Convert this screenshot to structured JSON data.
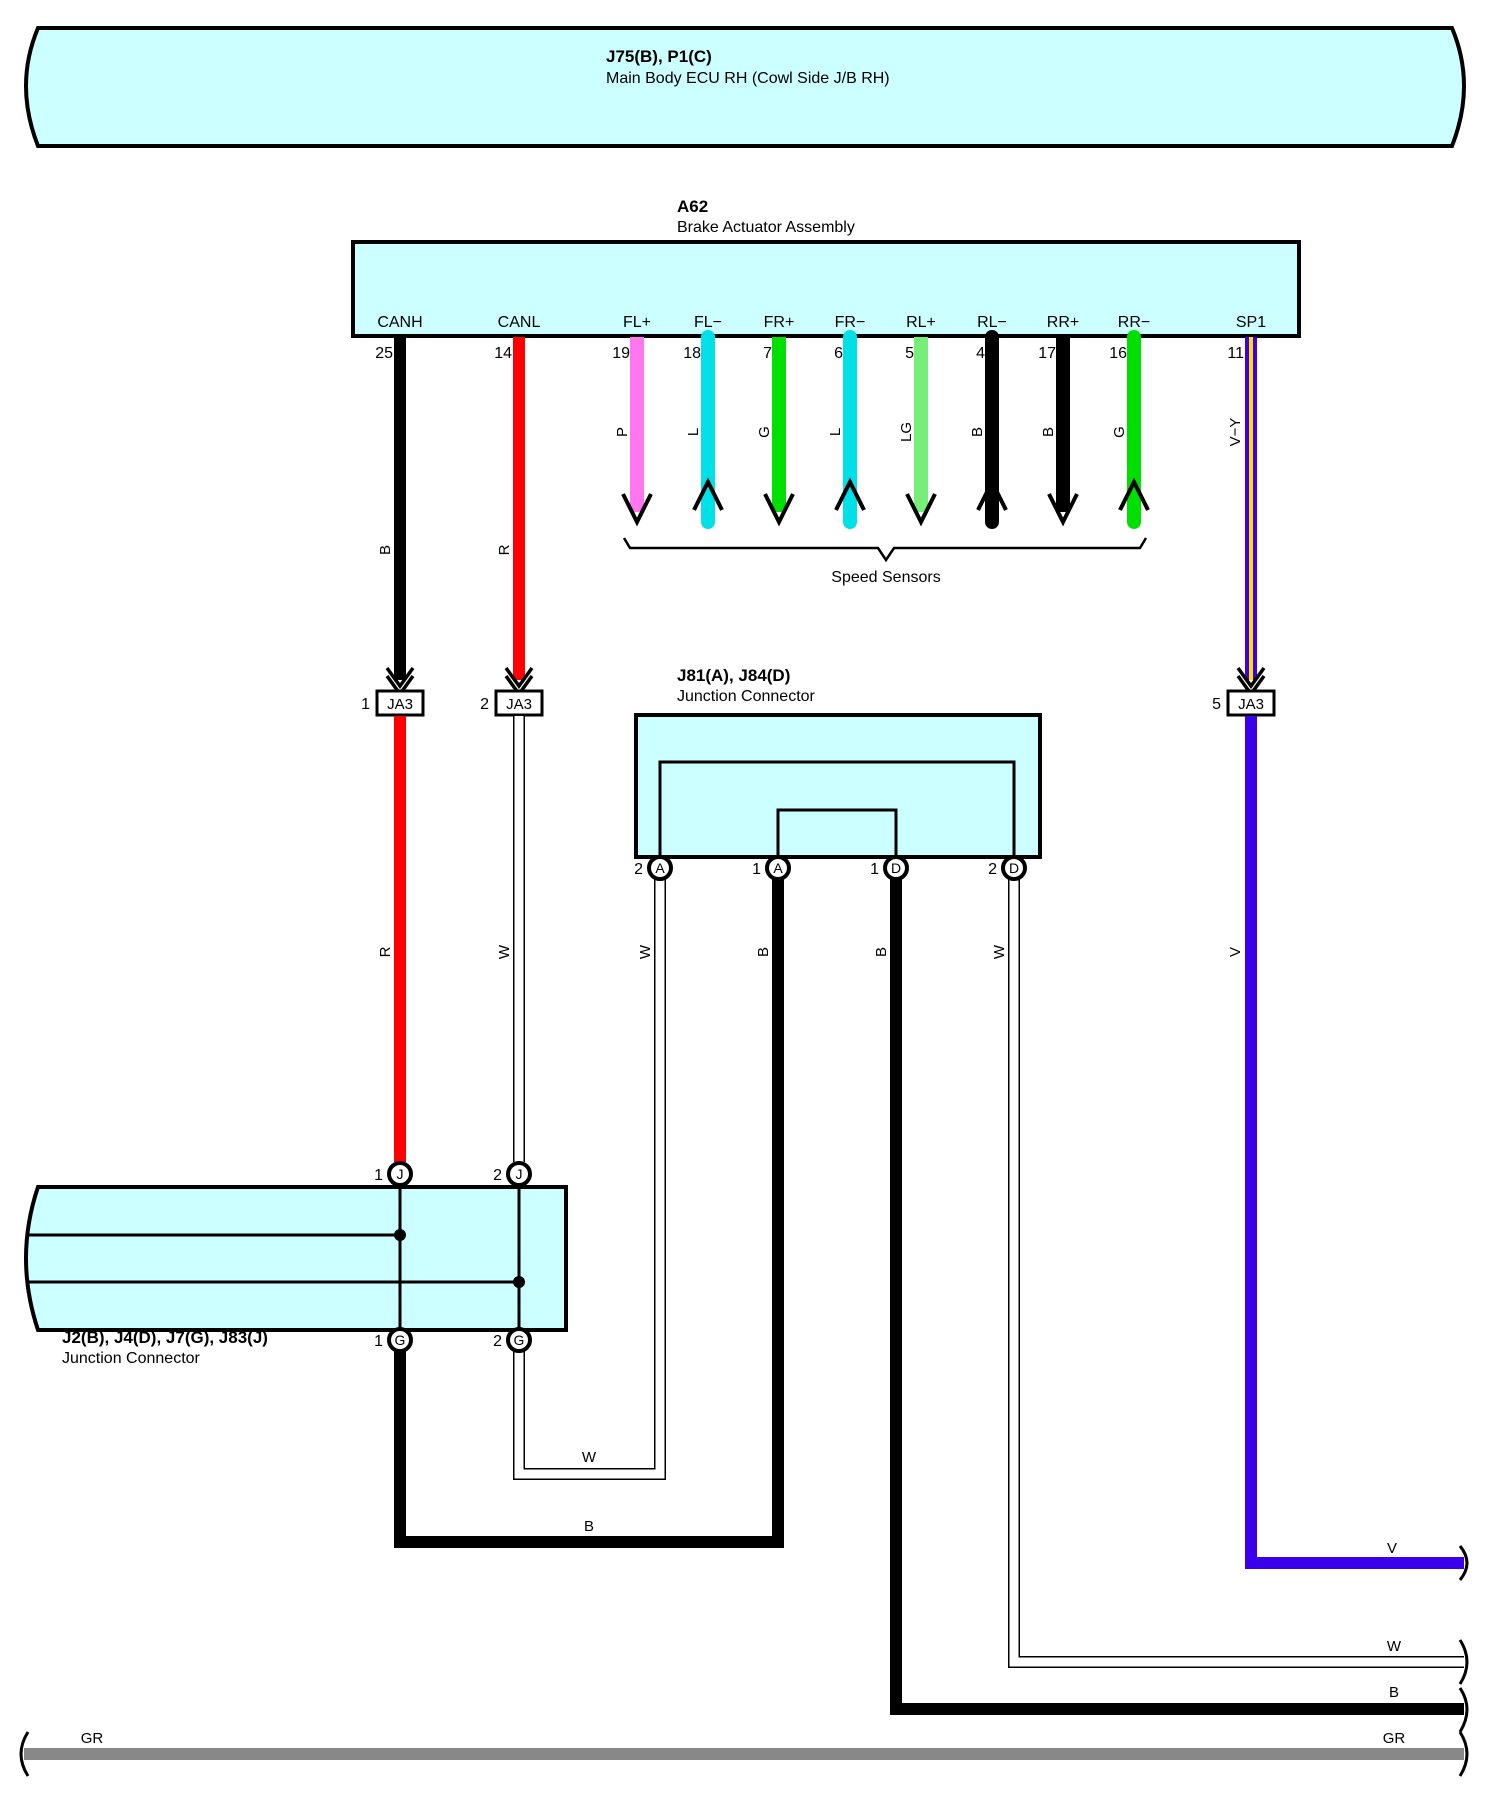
{
  "top_connector": {
    "id": "J75(B), P1(C)",
    "name": "Main Body ECU RH (Cowl Side J/B RH)"
  },
  "actuator": {
    "id": "A62",
    "name": "Brake Actuator Assembly",
    "terminals": [
      {
        "label": "CANH",
        "pin": "25"
      },
      {
        "label": "CANL",
        "pin": "14"
      },
      {
        "label": "FL+",
        "pin": "19"
      },
      {
        "label": "FL−",
        "pin": "18"
      },
      {
        "label": "FR+",
        "pin": "7"
      },
      {
        "label": "FR−",
        "pin": "6"
      },
      {
        "label": "RL+",
        "pin": "5"
      },
      {
        "label": "RL−",
        "pin": "4"
      },
      {
        "label": "RR+",
        "pin": "17"
      },
      {
        "label": "RR−",
        "pin": "16"
      },
      {
        "label": "SP1",
        "pin": "11"
      }
    ]
  },
  "sensor_wires": [
    {
      "color_code": "P",
      "color": "#ff77ee"
    },
    {
      "color_code": "L",
      "color": "#00e0e8"
    },
    {
      "color_code": "G",
      "color": "#00e000"
    },
    {
      "color_code": "L",
      "color": "#00e0e8"
    },
    {
      "color_code": "LG",
      "color": "#77ee77"
    },
    {
      "color_code": "B",
      "color": "#000000"
    },
    {
      "color_code": "B",
      "color": "#000000"
    },
    {
      "color_code": "G",
      "color": "#00e000"
    }
  ],
  "speed_sensors_label": "Speed Sensors",
  "wires": {
    "canh_upper": "B",
    "canl_upper": "R",
    "sp1_upper": "V−Y",
    "canh_lower": "R",
    "canl_lower": "W",
    "j81_a2": "W",
    "j81_a1": "B",
    "j81_d1": "B",
    "j81_d2": "W",
    "sp1_lower": "V",
    "bottom_w_loop": "W",
    "bottom_b_loop": "B",
    "right_v": "V",
    "right_w": "W",
    "right_b": "B",
    "ground_left": "GR",
    "ground_right": "GR"
  },
  "ja3": [
    {
      "pin": "1",
      "label": "JA3"
    },
    {
      "pin": "2",
      "label": "JA3"
    },
    {
      "pin": "5",
      "label": "JA3"
    }
  ],
  "j81": {
    "id": "J81(A), J84(D)",
    "name": "Junction Connector",
    "pins": [
      {
        "num": "2",
        "letter": "A"
      },
      {
        "num": "1",
        "letter": "A"
      },
      {
        "num": "1",
        "letter": "D"
      },
      {
        "num": "2",
        "letter": "D"
      }
    ]
  },
  "j2": {
    "id": "J2(B), J4(D), J7(G), J83(J)",
    "name": "Junction Connector",
    "top_pins": [
      {
        "num": "1",
        "letter": "J"
      },
      {
        "num": "2",
        "letter": "J"
      }
    ],
    "bottom_pins": [
      {
        "num": "1",
        "letter": "G"
      },
      {
        "num": "2",
        "letter": "G"
      }
    ]
  },
  "colors": {
    "component_fill": "#ccffff",
    "red": "#ff0000",
    "black": "#000000",
    "violet": "#3a00ee",
    "yellow": "#ffdd00",
    "gray": "#888888",
    "white_wire": "#ffffff"
  }
}
